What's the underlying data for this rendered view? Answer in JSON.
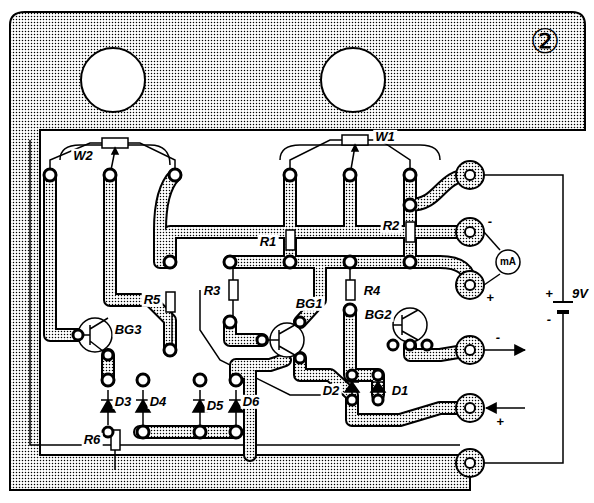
{
  "diagram": {
    "nodes": [
      {
        "text": [
          "mA"
        ]
      }
    ],
    "labels": [
      "②",
      "W2",
      "W1",
      "R1",
      "R2",
      "R3",
      "R4",
      "R5",
      "R6",
      "BG1",
      "BG2",
      "BG3",
      "D1",
      "D2",
      "D3",
      "D4",
      "D5",
      "D6",
      "-",
      "+",
      "+",
      "-",
      "9V",
      "-",
      "+"
    ]
  }
}
